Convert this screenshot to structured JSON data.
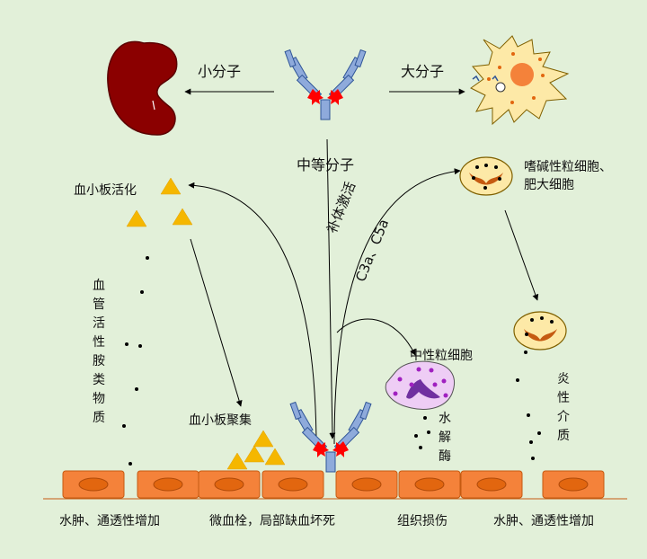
{
  "labels": {
    "small_molecule": "小分子",
    "large_molecule": "大分子",
    "medium_molecule": "中等分子",
    "platelet_activation": "血小板活化",
    "complement_activation": "补体激活",
    "c3a_c5a": "C3a、C5a",
    "basophil_mast": "嗜碱性粒细胞、",
    "basophil_mast_2": "肥大细胞",
    "neutrophil": "中性粒细胞",
    "platelet_aggregation": "血小板聚集",
    "vasoactive_amines": [
      "血",
      "管",
      "活",
      "性",
      "胺",
      "类",
      "物",
      "质"
    ],
    "hydrolase": [
      "水",
      "解",
      "酶"
    ],
    "inflammatory_mediators": [
      "炎",
      "性",
      "介",
      "质"
    ]
  },
  "outcomes": [
    "水肿、通透性增加",
    "微血栓，局部缺血坏死",
    "组织损伤",
    "水肿、通透性增加"
  ],
  "colors": {
    "background": "#e2f0d9",
    "kidney": "#8b0000",
    "antibody": "#8eaadb",
    "antigen": "#ff0000",
    "platelet": "#f5b700",
    "endothelium": "#f4823a",
    "cell": "#fde9a7",
    "neutrophil": "#eecdf5"
  }
}
